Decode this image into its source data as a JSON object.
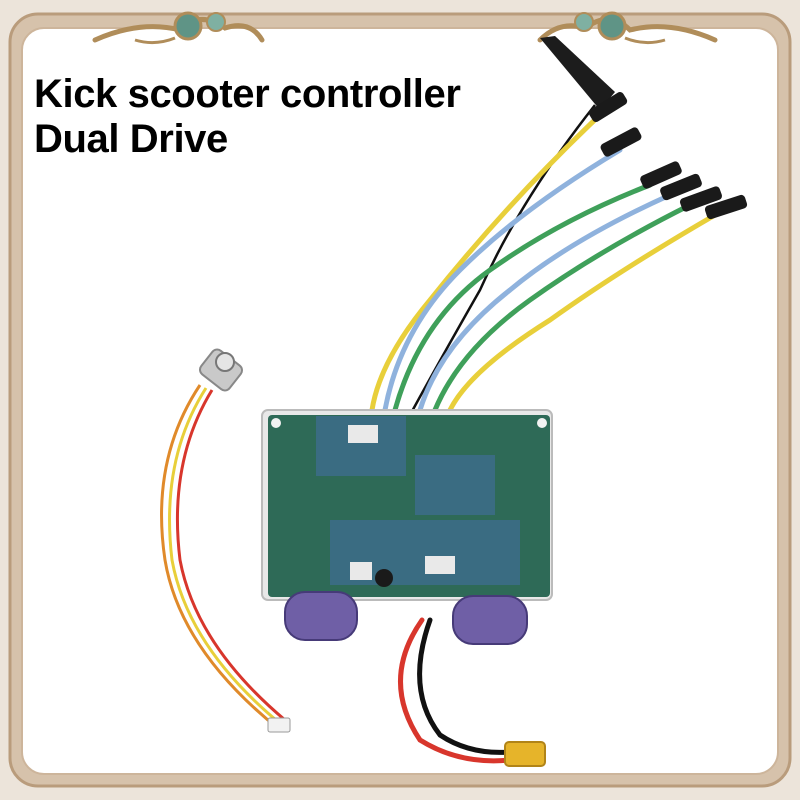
{
  "caption": {
    "line1": "Kick scooter controller",
    "line2": "Dual Drive"
  },
  "colors": {
    "frame_outer": "#cdb59b",
    "frame_inner": "#e6d8c8",
    "ornament_gold": "#b08d5a",
    "ornament_teal": "#5f9486",
    "pcb_green": "#2e6a57",
    "pcb_blue_module": "#3a6c82",
    "capacitor_purple": "#6f5fa6",
    "wire_yellow": "#e8cf3a",
    "wire_blue": "#8fb2dd",
    "wire_green": "#3fa05a",
    "wire_red": "#d8362c",
    "wire_orange": "#e08a2a",
    "connector_black": "#1a1a1a",
    "xt60_yellow": "#e6b42a"
  },
  "icons": {
    "ornament_left": "cloud-scroll-ornament",
    "ornament_right": "cloud-scroll-ornament"
  }
}
